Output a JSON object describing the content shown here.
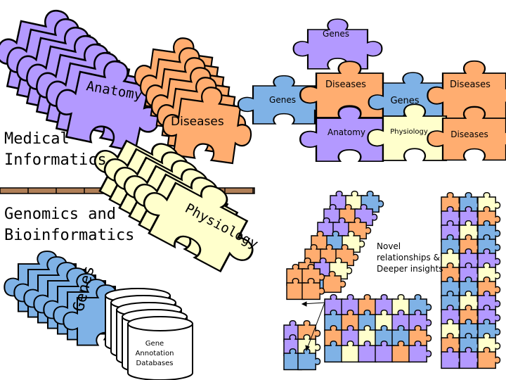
{
  "labels": {
    "medical_line1": "Medical",
    "medical_line2": "Informatics",
    "genomics_line1": "Genomics and",
    "genomics_line2": "Bioinformatics",
    "anatomy_stack": "Anatomy",
    "diseases_stack": "Diseases",
    "physiology_stack": "Physiology",
    "genes_stack": "Genes",
    "db_line1": "Gene",
    "db_line2": "Annotation",
    "db_line3": "Databases",
    "novel_line1": "Novel",
    "novel_line2": "relationships &",
    "novel_line3": "Deeper insights"
  },
  "puzzle": {
    "genes_top": "Genes",
    "genes_left": "Genes",
    "diseases_center": "Diseases",
    "genes_right": "Genes",
    "diseases_far_right": "Diseases",
    "anatomy_bottom": "Anatomy",
    "physiology_bottom": "Physiology",
    "diseases_bottom_right": "Diseases"
  },
  "colors": {
    "purple": "#b399ff",
    "orange": "#ffad70",
    "blue": "#7fb2e6",
    "cream": "#ffffcc",
    "divider": "#b07f57",
    "outline": "#000000"
  }
}
